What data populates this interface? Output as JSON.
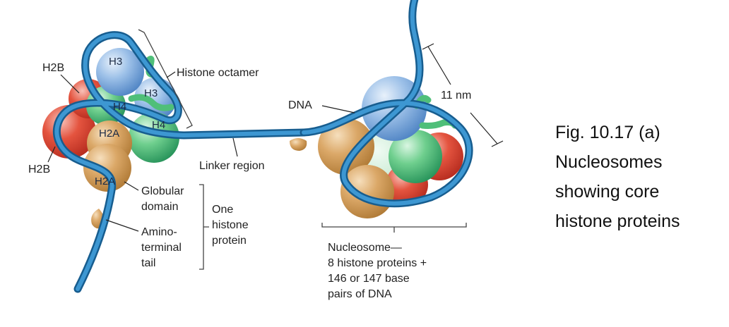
{
  "histones": {
    "left_h3_top": "H3",
    "left_h3_mid": "H3",
    "left_h4_a": "H4",
    "left_h4_b": "H4",
    "left_h2a_a": "H2A",
    "left_h2a_b": "H2A",
    "left_h2b_top": "H2B",
    "left_h2b_bottom": "H2B"
  },
  "labels": {
    "histone_octamer": "Histone octamer",
    "dna": "DNA",
    "linker_region": "Linker region",
    "eleven_nm": "11 nm",
    "globular_domain": [
      "Globular",
      "domain"
    ],
    "amino_terminal_tail": [
      "Amino-",
      "terminal",
      "tail"
    ],
    "one_histone_protein": [
      "One",
      "histone",
      "protein"
    ],
    "nucleosome_def": [
      "Nucleosome—",
      "8 histone proteins +",
      "146 or 147 base",
      "pairs of DNA"
    ]
  },
  "caption": [
    "Fig. 10.17 (a)",
    "Nucleosomes",
    "showing core",
    "histone proteins"
  ],
  "colors": {
    "dna": "#2a7db8",
    "dna_dark": "#175d8f",
    "h3": "#8fb8e6",
    "h4": "#4fbf79",
    "h2a": "#d9a462",
    "h2b": "#e24b3b"
  }
}
